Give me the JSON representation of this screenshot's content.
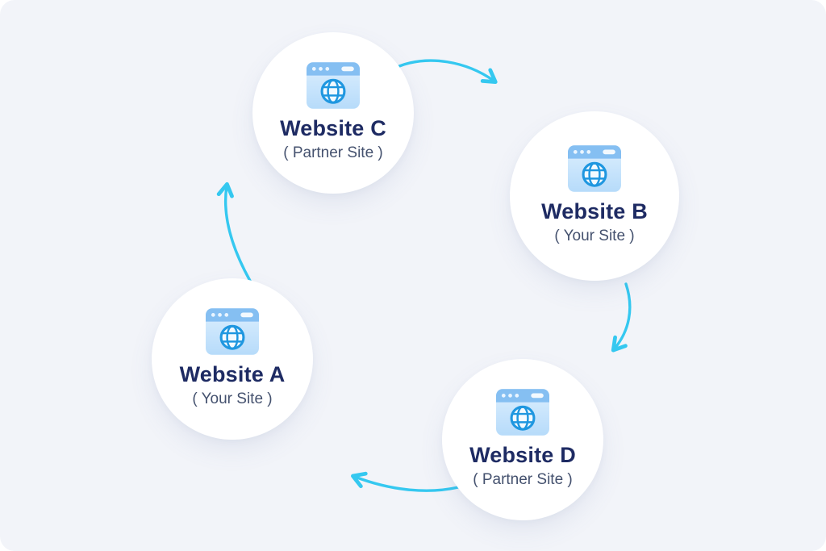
{
  "diagram": {
    "name": "link-exchange-cycle",
    "nodes": [
      {
        "id": "website-c",
        "title": "Website C",
        "subtitle": "( Partner Site )"
      },
      {
        "id": "website-b",
        "title": "Website B",
        "subtitle": "( Your Site )"
      },
      {
        "id": "website-a",
        "title": "Website A",
        "subtitle": "( Your Site )"
      },
      {
        "id": "website-d",
        "title": "Website D",
        "subtitle": "( Partner Site )"
      }
    ],
    "arrows": [
      {
        "from": "website-c",
        "to": "website-b"
      },
      {
        "from": "website-b",
        "to": "website-d"
      },
      {
        "from": "website-d",
        "to": "website-a"
      },
      {
        "from": "website-a",
        "to": "website-c"
      }
    ],
    "icon": "browser-window-globe-icon",
    "colors": {
      "canvas_background": "#f2f4f9",
      "arrow": "#35c8f0",
      "node_title": "#1e2b63",
      "node_subtitle": "#44516e",
      "node_circle": "#ffffff",
      "icon_globe": "#1f97e0",
      "icon_browser_bar": "#85bff2"
    }
  }
}
